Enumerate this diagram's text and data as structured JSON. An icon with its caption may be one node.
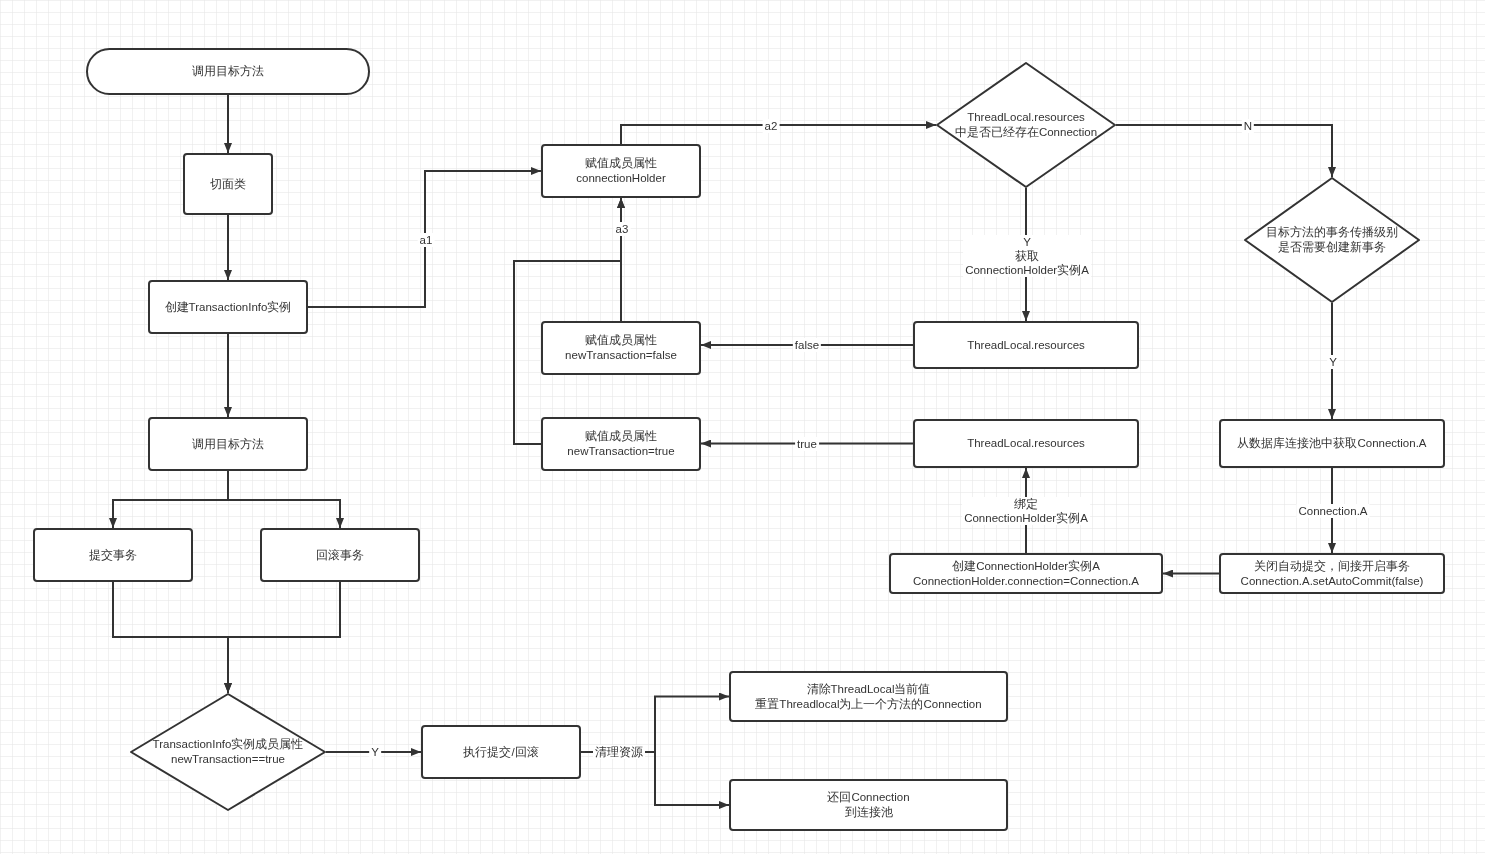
{
  "diagram": {
    "nodes": [
      {
        "text": [
          "调用目标方法"
        ]
      },
      {
        "text": [
          "切面类"
        ]
      },
      {
        "text": [
          "创建TransactionInfo实例"
        ]
      },
      {
        "text": [
          "调用目标方法"
        ]
      },
      {
        "text": [
          "提交事务"
        ]
      },
      {
        "text": [
          "回滚事务"
        ]
      },
      {
        "text": [
          "TransactionInfo实例成员属性newTransaction==true"
        ]
      },
      {
        "text": [
          "执行提交/回滚"
        ]
      },
      {
        "text": [
          "清除ThreadLocal当前值重置Threadlocal为上一个方法的Connection"
        ]
      },
      {
        "text": [
          "还回Connection到连接池"
        ]
      },
      {
        "text": [
          "赋值成员属性connectionHolder"
        ]
      },
      {
        "text": [
          "赋值成员属性newTransaction=false"
        ]
      },
      {
        "text": [
          "赋值成员属性newTransaction=true"
        ]
      },
      {
        "text": [
          "ThreadLocal.resources中是否已经存在Connection"
        ]
      },
      {
        "text": [
          "目标方法的事务传播级别是否需要创建新事务"
        ]
      },
      {
        "text": [
          "ThreadLocal.resources"
        ]
      },
      {
        "text": [
          "ThreadLocal.resources"
        ]
      },
      {
        "text": [
          "从数据库连接池中获取Connection.A"
        ]
      },
      {
        "text": [
          "创建ConnectionHolder实例AConnectionHolder.connection=Connection.A"
        ]
      },
      {
        "text": [
          "关闭自动提交，间接开启事务Connection.A.setAutoCommit(false)"
        ]
      }
    ],
    "edges": [
      {
        "from": 0,
        "to": 1,
        "arrow": "to"
      },
      {
        "from": 1,
        "to": 2,
        "arrow": "to"
      },
      {
        "from": 2,
        "to": 3,
        "arrow": "to"
      },
      {
        "from": 2,
        "to": 10,
        "arrow": "to",
        "label": "a1"
      },
      {
        "from": 10,
        "to": 13,
        "arrow": "to",
        "label": "a2"
      },
      {
        "from": 13,
        "to": 14,
        "arrow": "to",
        "label": "N"
      },
      {
        "from": 13,
        "to": 15,
        "arrow": "to",
        "label": "Y获取ConnectionHolder实例A"
      },
      {
        "from": 15,
        "to": 11,
        "arrow": "to",
        "label": "false"
      },
      {
        "from": 16,
        "to": 12,
        "arrow": "to",
        "label": "true"
      },
      {
        "from": 14,
        "to": 17,
        "arrow": "to",
        "label": "Y"
      },
      {
        "from": 17,
        "to": 19,
        "arrow": "to",
        "label": "Connection.A"
      },
      {
        "from": 19,
        "to": 18,
        "arrow": "to"
      },
      {
        "from": 18,
        "to": 16,
        "arrow": "to",
        "label": "绑定ConnectionHolder实例A"
      },
      {
        "from": 11,
        "to": 10,
        "arrow": "to",
        "label": "a3"
      },
      {
        "from": 12,
        "to": 10,
        "arrow": "to"
      },
      {
        "from": 3,
        "to": 4,
        "arrow": "to"
      },
      {
        "from": 3,
        "to": 5,
        "arrow": "to"
      },
      {
        "from": 4,
        "to": 6,
        "arrow": "to"
      },
      {
        "from": 5,
        "to": 6,
        "arrow": "to"
      },
      {
        "from": 6,
        "to": 7,
        "arrow": "to",
        "label": "Y"
      },
      {
        "from": 7,
        "to": 8,
        "arrow": "to",
        "label": "清理资源"
      },
      {
        "from": 7,
        "to": 9,
        "arrow": "to"
      }
    ]
  }
}
